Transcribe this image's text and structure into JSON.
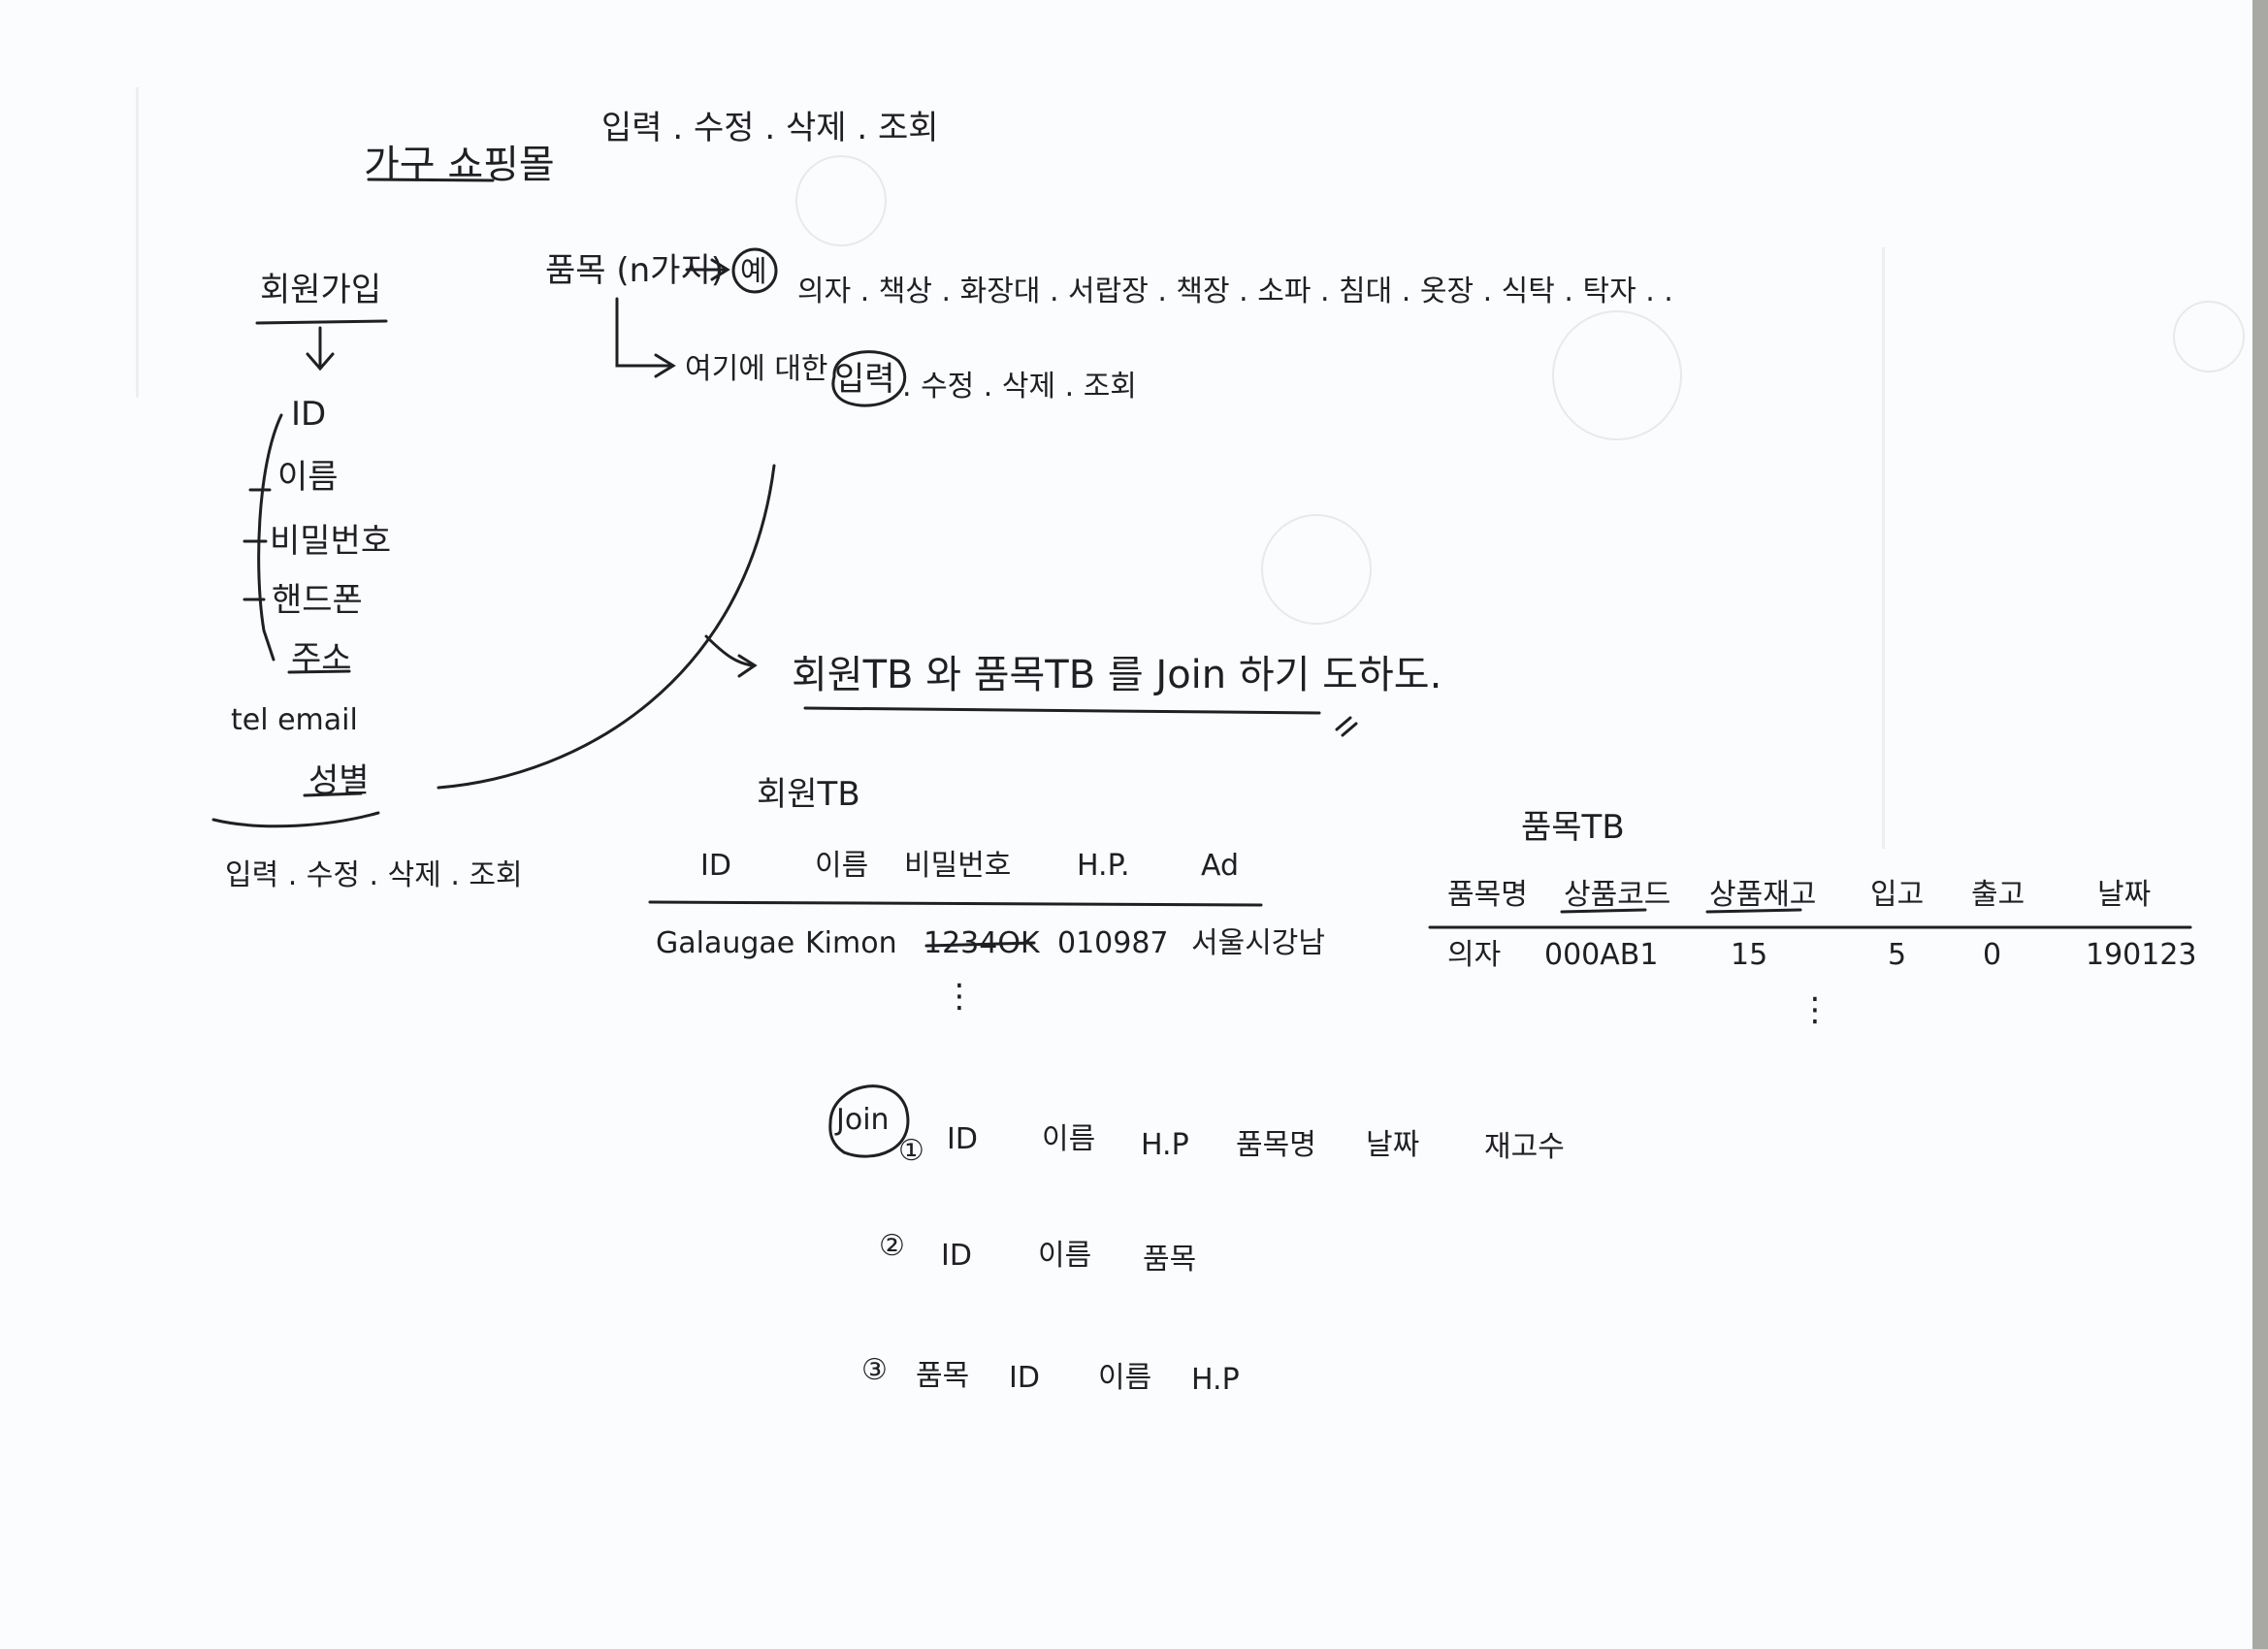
{
  "header": {
    "title": "가구 쇼핑몰",
    "top_ops": "입력 . 수정 . 삭제 . 조회"
  },
  "member_signup": {
    "title": "회원가입",
    "fields": [
      "ID",
      "이름",
      "비밀번호",
      "핸드폰",
      "주소"
    ],
    "extra": "tel  email",
    "gender": "성별",
    "ops": "입력 . 수정 . 삭제 . 조회"
  },
  "products": {
    "label": "품목 (n가지)",
    "example_marker": "예",
    "examples": "의자 . 책상 . 화장대 . 서랍장 . 책장 . 소파 . 침대 . 옷장 . 식탁 . 탁자 . .",
    "ops_prefix": "여기에 대한",
    "ops_circled": "입력",
    "ops_rest": ". 수정 . 삭제 . 조회"
  },
  "join_note": {
    "text": "회원TB 와 품목TB 를 Join 하기 도하도."
  },
  "member_table": {
    "title": "회원TB",
    "columns": [
      "ID",
      "이름",
      "비밀번호",
      "H.P.",
      "Ad"
    ],
    "row": [
      "Galaugae",
      "Kimon",
      "1234OK",
      "010987",
      "서울시강남"
    ],
    "more": "⋮"
  },
  "product_table": {
    "title": "품목TB",
    "columns": [
      "품목명",
      "상품코드",
      "상품재고",
      "입고",
      "출고",
      "날짜"
    ],
    "row": [
      "의자",
      "000AB1",
      "15",
      "5",
      "0",
      "190123"
    ],
    "more": "⋮"
  },
  "joins": {
    "label": "Join",
    "items": [
      {
        "marker": "①",
        "fields": [
          "ID",
          "이름",
          "H.P",
          "품목명",
          "날짜",
          "재고수"
        ]
      },
      {
        "marker": "②",
        "fields": [
          "ID",
          "이름",
          "품목"
        ]
      },
      {
        "marker": "③",
        "fields": [
          "품목",
          "ID",
          "이름",
          "H.P"
        ]
      }
    ]
  }
}
